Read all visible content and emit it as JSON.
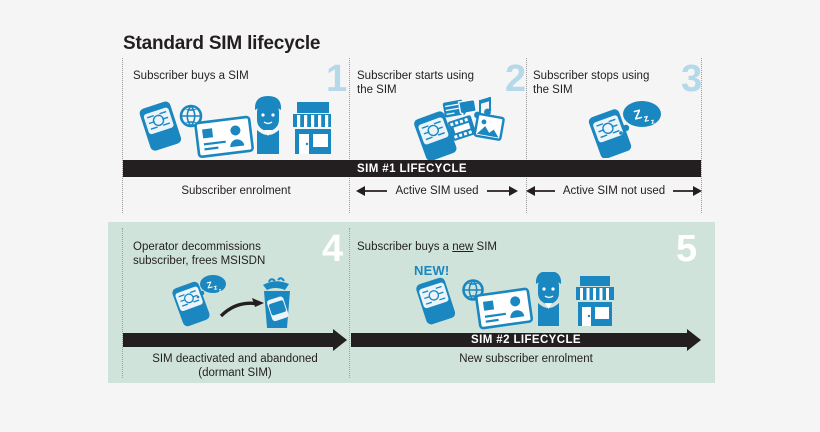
{
  "title": "Standard SIM lifecycle",
  "colors": {
    "background": "#f5f5f5",
    "panel_green": "#cfe3da",
    "brand_blue": "#1b87c0",
    "light_blue": "#b6d9e9",
    "bar_black": "#231f20"
  },
  "top_row": {
    "steps": [
      {
        "number": "1",
        "label": "Subscriber buys a SIM",
        "icons": [
          "sim-card-icon",
          "globe-id-card-icon",
          "person-icon",
          "shop-icon"
        ]
      },
      {
        "number": "2",
        "label": "Subscriber starts using\nthe SIM",
        "icons": [
          "sim-card-icon",
          "message-icon",
          "music-icon",
          "photo-icon",
          "media-icon"
        ]
      },
      {
        "number": "3",
        "label": "Subscriber stops using\nthe SIM",
        "icons": [
          "sim-card-icon",
          "sleep-zzz-icon"
        ]
      }
    ],
    "bar_label": "SIM #1 LIFECYCLE",
    "captions": [
      {
        "text": "Subscriber enrolment",
        "arrows": false
      },
      {
        "text": "Active SIM used",
        "arrows": true
      },
      {
        "text": "Active SIM not used",
        "arrows": true
      }
    ]
  },
  "bottom_row": {
    "steps": [
      {
        "number": "4",
        "label": "Operator decommissions\nsubscriber, frees MSISDN",
        "icons": [
          "sim-card-sleeping-icon",
          "curved-arrow-icon",
          "trash-bin-sim-icon"
        ]
      },
      {
        "number": "5",
        "label_pre": "Subscriber buys a ",
        "label_em": "new",
        "label_post": " SIM",
        "badge": "NEW!",
        "icons": [
          "sim-card-icon",
          "globe-id-card-icon",
          "person-icon",
          "shop-icon"
        ]
      }
    ],
    "arrows": [
      {
        "label": "",
        "caption": "SIM deactivated and abandoned\n(dormant SIM)"
      },
      {
        "label": "SIM #2 LIFECYCLE",
        "caption": "New subscriber enrolment"
      }
    ]
  }
}
